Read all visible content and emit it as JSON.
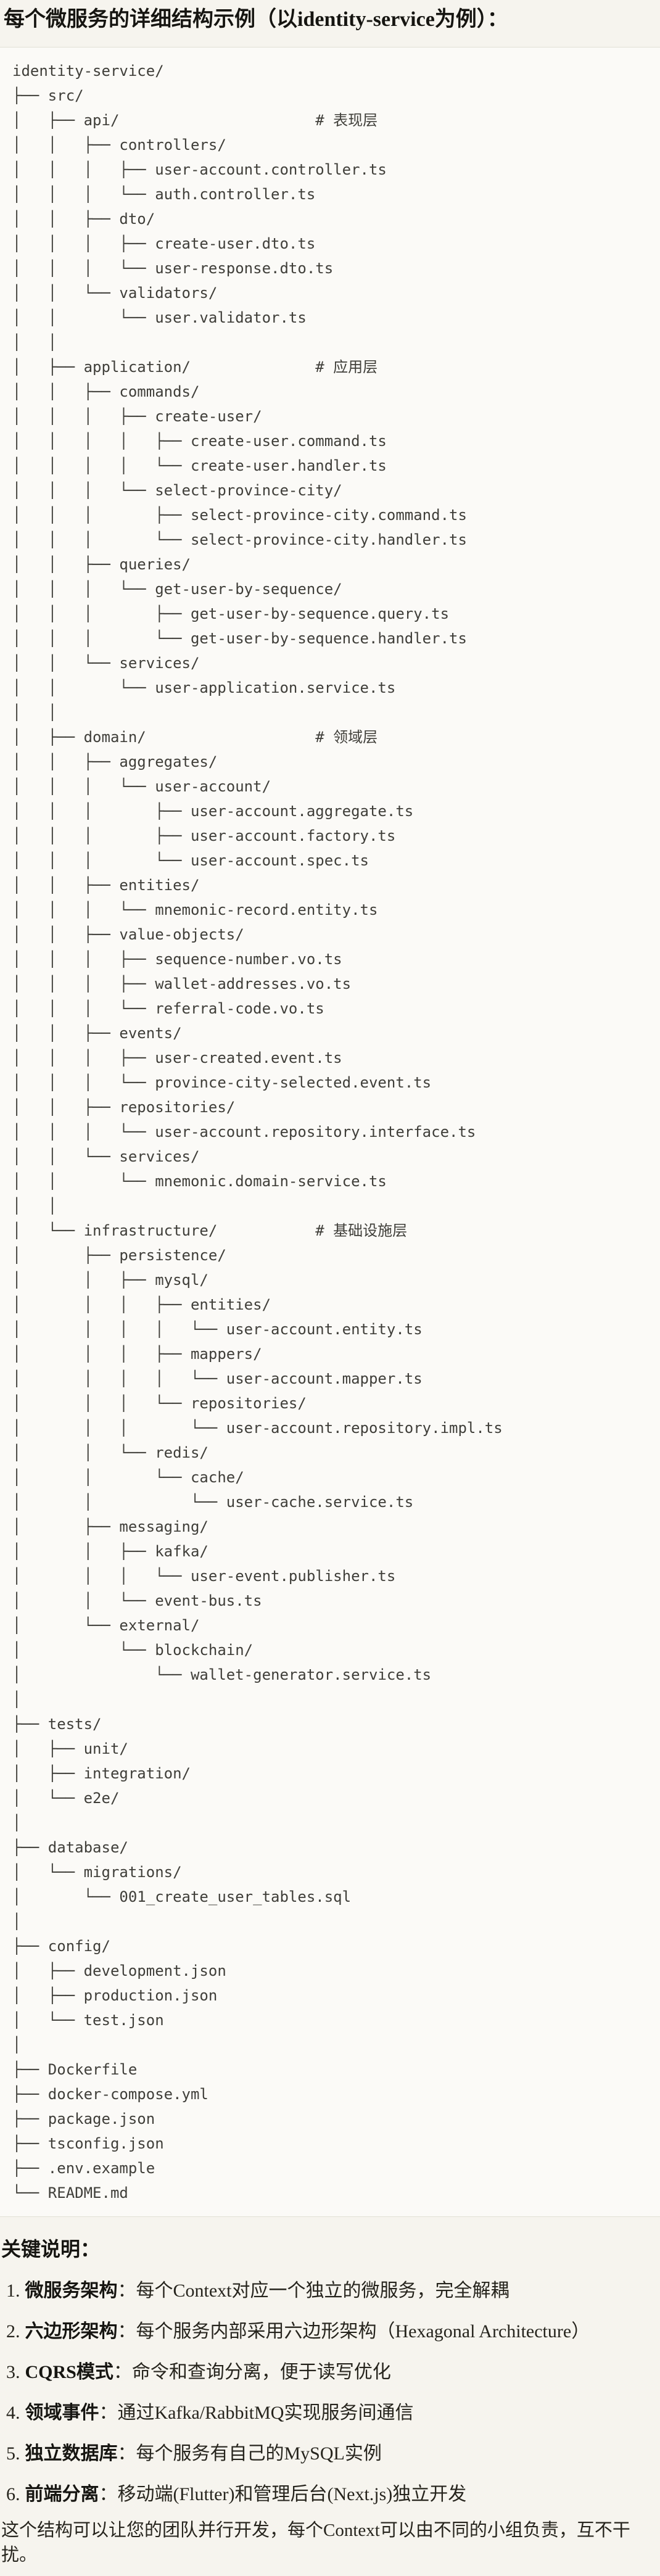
{
  "title": "每个微服务的详细结构示例（以identity-service为例）：",
  "code_block": {
    "language": "text",
    "lines": [
      "identity-service/",
      "├── src/",
      "│   ├── api/                      # 表现层",
      "│   │   ├── controllers/",
      "│   │   │   ├── user-account.controller.ts",
      "│   │   │   └── auth.controller.ts",
      "│   │   ├── dto/",
      "│   │   │   ├── create-user.dto.ts",
      "│   │   │   └── user-response.dto.ts",
      "│   │   └── validators/",
      "│   │       └── user.validator.ts",
      "│   │",
      "│   ├── application/              # 应用层",
      "│   │   ├── commands/",
      "│   │   │   ├── create-user/",
      "│   │   │   │   ├── create-user.command.ts",
      "│   │   │   │   └── create-user.handler.ts",
      "│   │   │   └── select-province-city/",
      "│   │   │       ├── select-province-city.command.ts",
      "│   │   │       └── select-province-city.handler.ts",
      "│   │   ├── queries/",
      "│   │   │   └── get-user-by-sequence/",
      "│   │   │       ├── get-user-by-sequence.query.ts",
      "│   │   │       └── get-user-by-sequence.handler.ts",
      "│   │   └── services/",
      "│   │       └── user-application.service.ts",
      "│   │",
      "│   ├── domain/                   # 领域层",
      "│   │   ├── aggregates/",
      "│   │   │   └── user-account/",
      "│   │   │       ├── user-account.aggregate.ts",
      "│   │   │       ├── user-account.factory.ts",
      "│   │   │       └── user-account.spec.ts",
      "│   │   ├── entities/",
      "│   │   │   └── mnemonic-record.entity.ts",
      "│   │   ├── value-objects/",
      "│   │   │   ├── sequence-number.vo.ts",
      "│   │   │   ├── wallet-addresses.vo.ts",
      "│   │   │   └── referral-code.vo.ts",
      "│   │   ├── events/",
      "│   │   │   ├── user-created.event.ts",
      "│   │   │   └── province-city-selected.event.ts",
      "│   │   ├── repositories/",
      "│   │   │   └── user-account.repository.interface.ts",
      "│   │   └── services/",
      "│   │       └── mnemonic.domain-service.ts",
      "│   │",
      "│   └── infrastructure/           # 基础设施层",
      "│       ├── persistence/",
      "│       │   ├── mysql/",
      "│       │   │   ├── entities/",
      "│       │   │   │   └── user-account.entity.ts",
      "│       │   │   ├── mappers/",
      "│       │   │   │   └── user-account.mapper.ts",
      "│       │   │   └── repositories/",
      "│       │   │       └── user-account.repository.impl.ts",
      "│       │   └── redis/",
      "│       │       └── cache/",
      "│       │           └── user-cache.service.ts",
      "│       ├── messaging/",
      "│       │   ├── kafka/",
      "│       │   │   └── user-event.publisher.ts",
      "│       │   └── event-bus.ts",
      "│       └── external/",
      "│           └── blockchain/",
      "│               └── wallet-generator.service.ts",
      "│",
      "├── tests/",
      "│   ├── unit/",
      "│   ├── integration/",
      "│   └── e2e/",
      "│",
      "├── database/",
      "│   └── migrations/",
      "│       └── 001_create_user_tables.sql",
      "│",
      "├── config/",
      "│   ├── development.json",
      "│   ├── production.json",
      "│   └── test.json",
      "│",
      "├── Dockerfile",
      "├── docker-compose.yml",
      "├── package.json",
      "├── tsconfig.json",
      "├── .env.example",
      "└── README.md"
    ]
  },
  "notes": {
    "heading": "关键说明：",
    "items": [
      {
        "num": "1.",
        "label": "微服务架构",
        "separator": "：",
        "text": "每个Context对应一个独立的微服务，完全解耦"
      },
      {
        "num": "2.",
        "label": "六边形架构",
        "separator": "：",
        "text": "每个服务内部采用六边形架构（Hexagonal Architecture）"
      },
      {
        "num": "3.",
        "label": "CQRS模式",
        "separator": "：",
        "text": "命令和查询分离，便于读写优化"
      },
      {
        "num": "4.",
        "label": "领域事件",
        "separator": "：",
        "text": "通过Kafka/RabbitMQ实现服务间通信"
      },
      {
        "num": "5.",
        "label": "独立数据库",
        "separator": "：",
        "text": "每个服务有自己的MySQL实例"
      },
      {
        "num": "6.",
        "label": "前端分离",
        "separator": "：",
        "text": "移动端(Flutter)和管理后台(Next.js)独立开发"
      }
    ]
  },
  "closing": "这个结构可以让您的团队并行开发，每个Context可以由不同的小组负责，互不干扰。",
  "colors": {
    "page_bg": "#f6f4ee",
    "code_bg": "#fbfaf7",
    "code_border": "#e2e0d6",
    "tree_text": "#3f3e39",
    "heading_text": "#161511",
    "body_text": "#26241d"
  }
}
